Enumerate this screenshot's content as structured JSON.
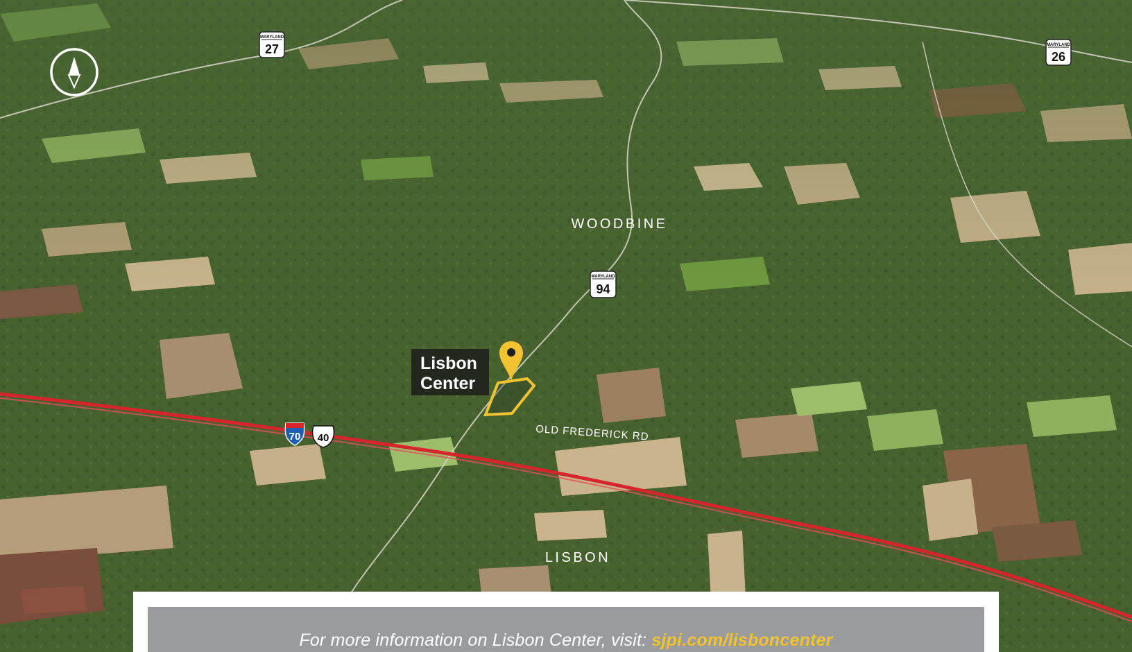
{
  "map": {
    "kind": "aerial oblique satellite view",
    "compass": {
      "icon": "compass-north-icon"
    },
    "places": [
      {
        "name": "WOODBINE"
      },
      {
        "name": "LISBON"
      }
    ],
    "roads": [
      {
        "label": "OLD FREDERICK RD"
      }
    ],
    "shields": [
      {
        "state": "MARYLAND",
        "number": "27",
        "type": "state-route"
      },
      {
        "state": "MARYLAND",
        "number": "26",
        "type": "state-route"
      },
      {
        "state": "MARYLAND",
        "number": "94",
        "type": "state-route"
      },
      {
        "number": "70",
        "type": "interstate"
      },
      {
        "number": "40",
        "type": "us-route"
      }
    ],
    "marker": {
      "label_line1": "Lisbon",
      "label_line2": "Center",
      "icon": "location-pin-icon"
    },
    "colors": {
      "highway": "#d8242c",
      "marker": "#f2c230",
      "label_bg": "#1c1f1b",
      "forest": "#3f5526",
      "field": "#5f8c3c"
    }
  },
  "footer": {
    "prefix": "For more information on Lisbon Center, visit:",
    "link": "sjpi.com/lisboncenter",
    "colors": {
      "bar": "#9a9b9d",
      "link": "#f2c230"
    }
  }
}
